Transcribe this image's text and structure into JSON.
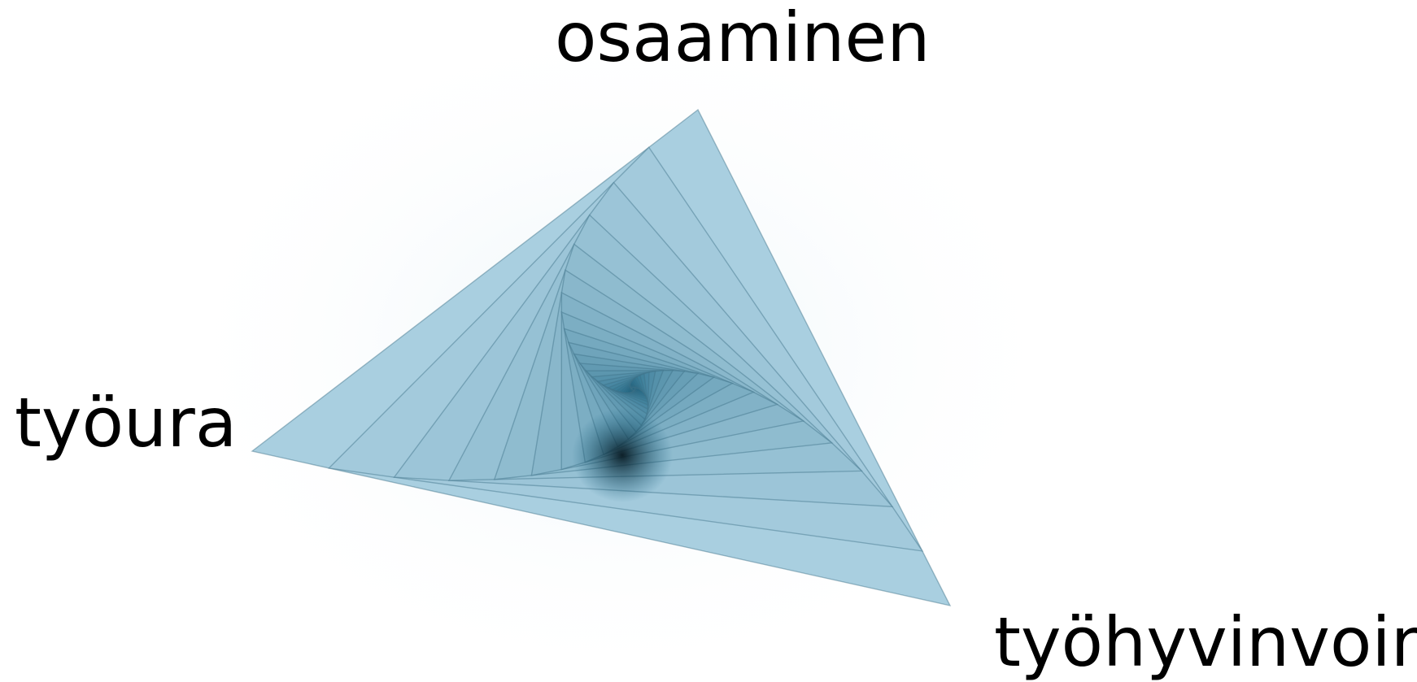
{
  "labels": {
    "top": "osaaminen",
    "left": "työura",
    "right": "työhyvinvointi"
  },
  "colors": {
    "outer": "#a9cfe0",
    "inner": "#0b5a7a",
    "edge": "#3d7088",
    "core": "#0a1c26"
  }
}
